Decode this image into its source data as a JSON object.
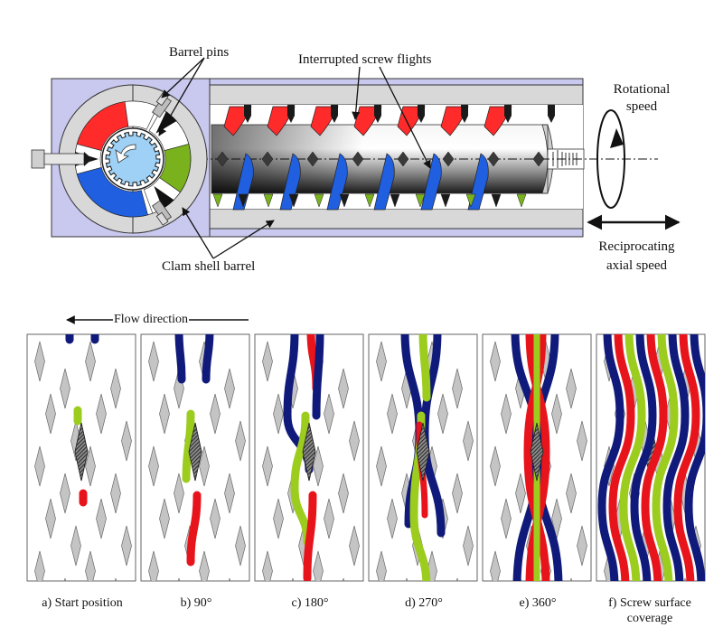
{
  "labels": {
    "barrel_pins": "Barrel pins",
    "interrupted_screw_flights": "Interrupted screw flights",
    "rotational_speed_line1": "Rotational",
    "rotational_speed_line2": "speed",
    "clam_shell_barrel": "Clam shell barrel",
    "reciprocating_line1": "Reciprocating",
    "reciprocating_line2": "axial speed",
    "flow_direction": "Flow direction"
  },
  "panels": [
    {
      "caption": "a) Start position",
      "step": 0
    },
    {
      "caption": "b) 90°",
      "step": 1
    },
    {
      "caption": "c) 180°",
      "step": 2
    },
    {
      "caption": "d) 270°",
      "step": 3
    },
    {
      "caption": "e) 360°",
      "step": 4
    },
    {
      "caption_line1": "f) Screw surface",
      "caption_line2": "coverage",
      "step": 5
    }
  ],
  "colors": {
    "blue_flight": "#1f5fe0",
    "red_flight": "#ff2a2a",
    "green_flight": "#79b21c",
    "track_blue": "#101a7a",
    "track_red": "#e8141c",
    "track_green": "#9ccc1e",
    "pin_gray": "#c4c4c4",
    "housing": "#c9c8ee",
    "barrel": "#d8d8d8",
    "shaft_blue": "#9ed1f5"
  }
}
